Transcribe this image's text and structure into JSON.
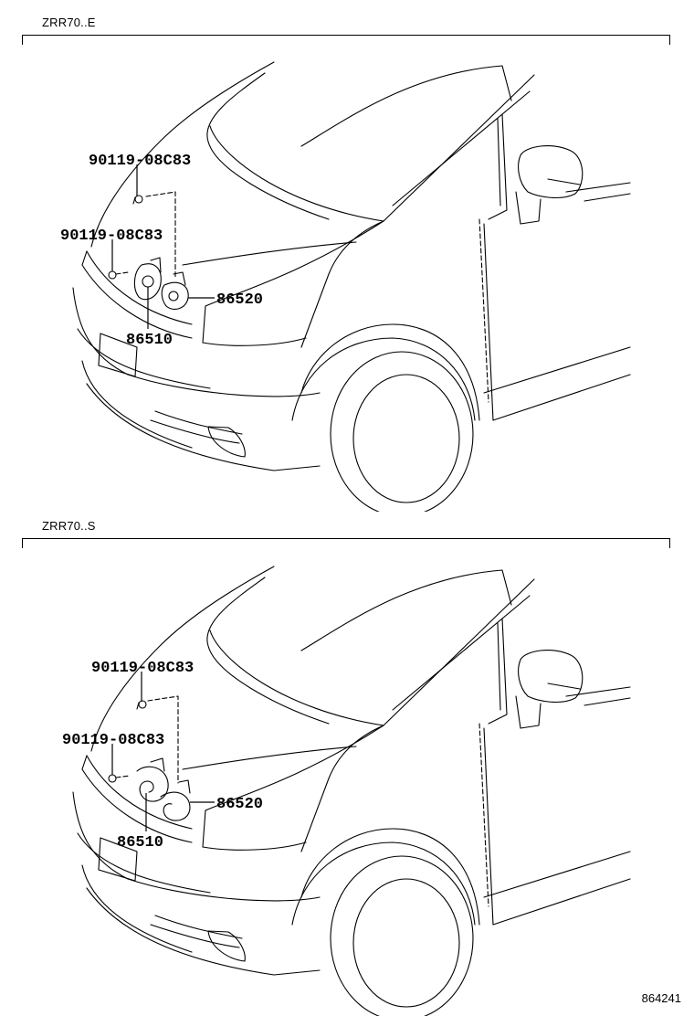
{
  "sections": [
    {
      "label": "ZRR70..E",
      "callouts": {
        "bolt_upper": "90119-08C83",
        "bolt_lower": "90119-08C83",
        "horn_high": "86520",
        "horn_low": "86510"
      }
    },
    {
      "label": "ZRR70..S",
      "callouts": {
        "bolt_upper": "90119-08C83",
        "bolt_lower": "90119-08C83",
        "horn_high": "86520",
        "horn_low": "86510"
      }
    }
  ],
  "footer": {
    "figure_id": "864241"
  }
}
